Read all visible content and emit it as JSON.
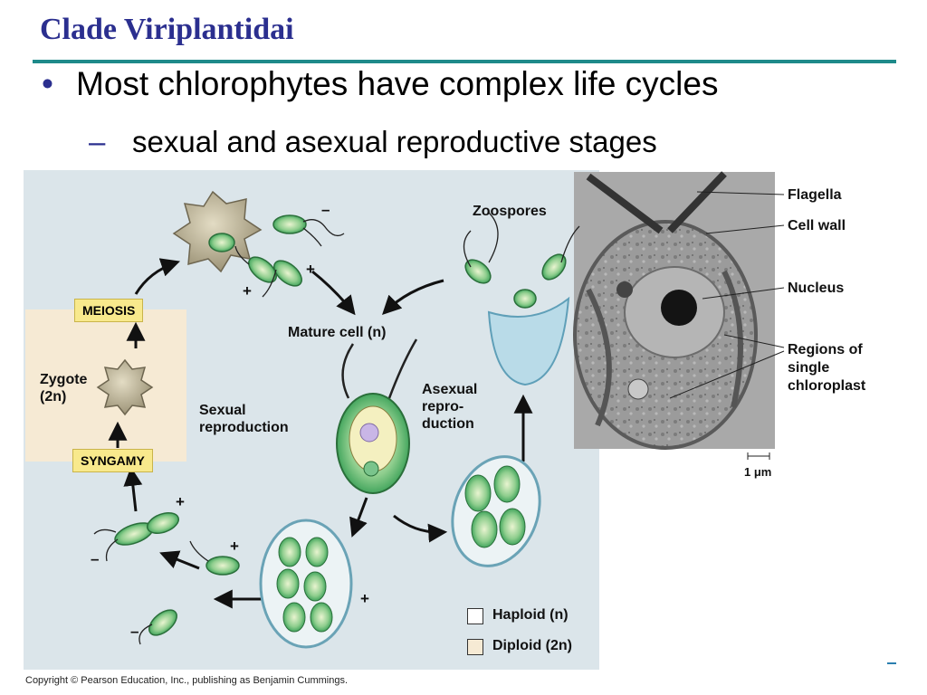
{
  "slide": {
    "title": "Clade Viriplantidai",
    "bullet1": "Most chlorophytes have complex life cycles",
    "bullet2": "sexual and asexual reproductive stages",
    "bullet_symbol": "•",
    "dash_symbol": "–"
  },
  "diagram": {
    "labels": {
      "meiosis": "MEIOSIS",
      "syngamy": "SYNGAMY",
      "zygote": "Zygote",
      "zygote_ploidy": "(2n)",
      "mature_cell": "Mature cell (n)",
      "sexual_1": "Sexual",
      "sexual_2": "reproduction",
      "asexual_1": "Asexual",
      "asexual_2": "repro-",
      "asexual_3": "duction",
      "zoospores": "Zoospores"
    },
    "signs": {
      "plus": "+",
      "minus": "–"
    },
    "legend": {
      "haploid": "Haploid (n)",
      "diploid": "Diploid (2n)"
    },
    "micrograph": {
      "flagella": "Flagella",
      "cell_wall": "Cell wall",
      "nucleus": "Nucleus",
      "regions_1": "Regions of",
      "regions_2": "single",
      "regions_3": "chloroplast",
      "scale": "1 μm"
    },
    "colors": {
      "haploid_bg": "#dbe5ea",
      "diploid_bg": "#f6ead4",
      "cell_green": "#3aa55a",
      "title_blue": "#2b2f8f",
      "rule_teal": "#1e8a8a"
    }
  },
  "footer": {
    "copyright": "Copyright © Pearson Education, Inc., publishing as Benjamin Cummings."
  }
}
